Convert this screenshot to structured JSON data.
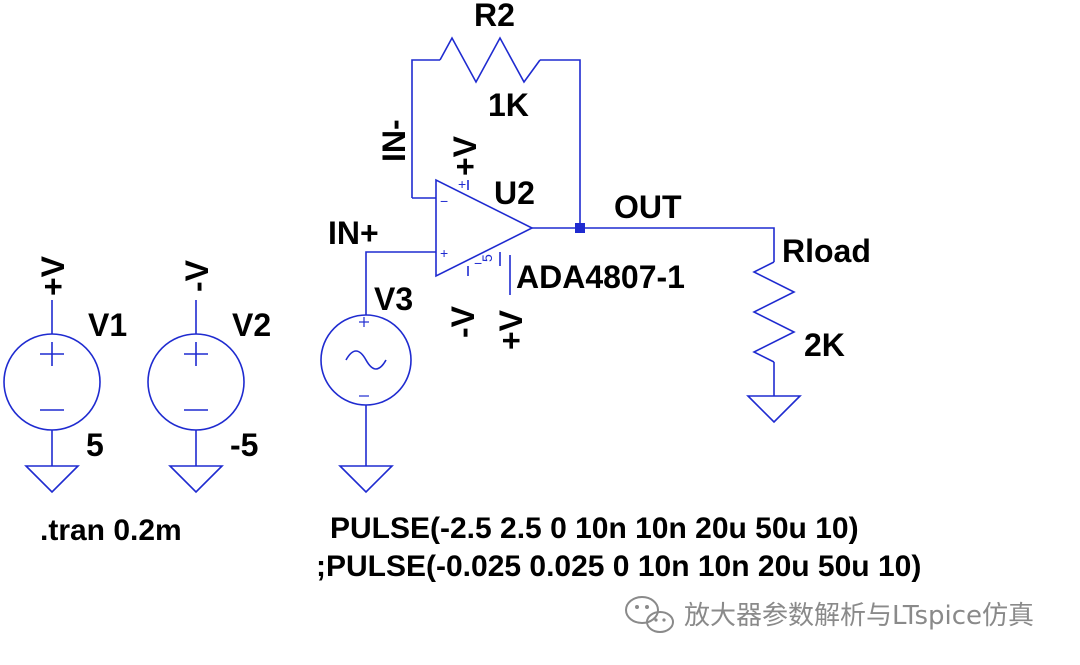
{
  "components": {
    "r2": {
      "ref": "R2",
      "value": "1K"
    },
    "rload": {
      "ref": "Rload",
      "value": "2K"
    },
    "u2": {
      "ref": "U2",
      "part": "ADA4807-1",
      "in_minus_sign": "−",
      "in_plus_sign": "+",
      "vplus_pin_sign": "+",
      "vminus_pin_sign": "−",
      "pin5": "5"
    },
    "v1": {
      "ref": "V1",
      "value": "5"
    },
    "v2": {
      "ref": "V2",
      "value": "-5"
    },
    "v3": {
      "ref": "V3"
    }
  },
  "nets": {
    "in_minus": "IN-",
    "in_plus": "IN+",
    "out": "OUT",
    "vpos_label": "+V",
    "vneg_label": "-V"
  },
  "directives": {
    "tran": ".tran 0.2m",
    "pulse1": "PULSE(-2.5 2.5 0 10n 10n 20u 50u 10)",
    "pulse2": ";PULSE(-0.025 0.025 0 10n 10n 20u 50u 10)"
  },
  "watermark": {
    "text": "放大器参数解析与LTspice仿真",
    "icon": "wechat-icon"
  },
  "colors": {
    "wire": "#1f2bd0",
    "junction": "#1f2bd0",
    "text": "#000000",
    "watermark": "#8a8a8a"
  }
}
